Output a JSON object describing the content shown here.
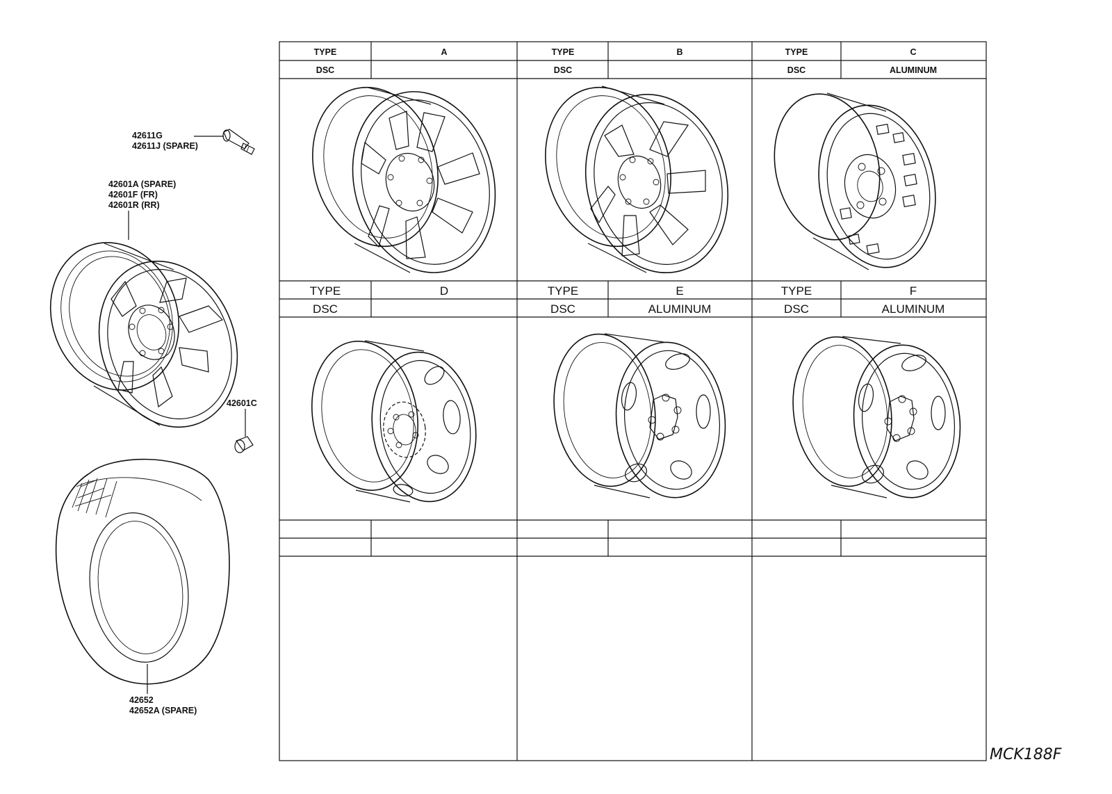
{
  "callouts": {
    "valve_1": "42611G",
    "valve_2": "42611J (SPARE)",
    "wheel_1": "42601A (SPARE)",
    "wheel_2": "42601F (FR)",
    "wheel_3": "42601R (RR)",
    "cap": "42601C",
    "tire_1": "42652",
    "tire_2": "42652A (SPARE)"
  },
  "table": {
    "type_label": "TYPE",
    "dsc_label": "DSC",
    "cells": [
      {
        "type": "A",
        "dsc": ""
      },
      {
        "type": "B",
        "dsc": ""
      },
      {
        "type": "C",
        "dsc": "ALUMINUM"
      },
      {
        "type": "D",
        "dsc": ""
      },
      {
        "type": "E",
        "dsc": "ALUMINUM"
      },
      {
        "type": "F",
        "dsc": "ALUMINUM"
      }
    ]
  },
  "diagram_code": "MCK188F"
}
